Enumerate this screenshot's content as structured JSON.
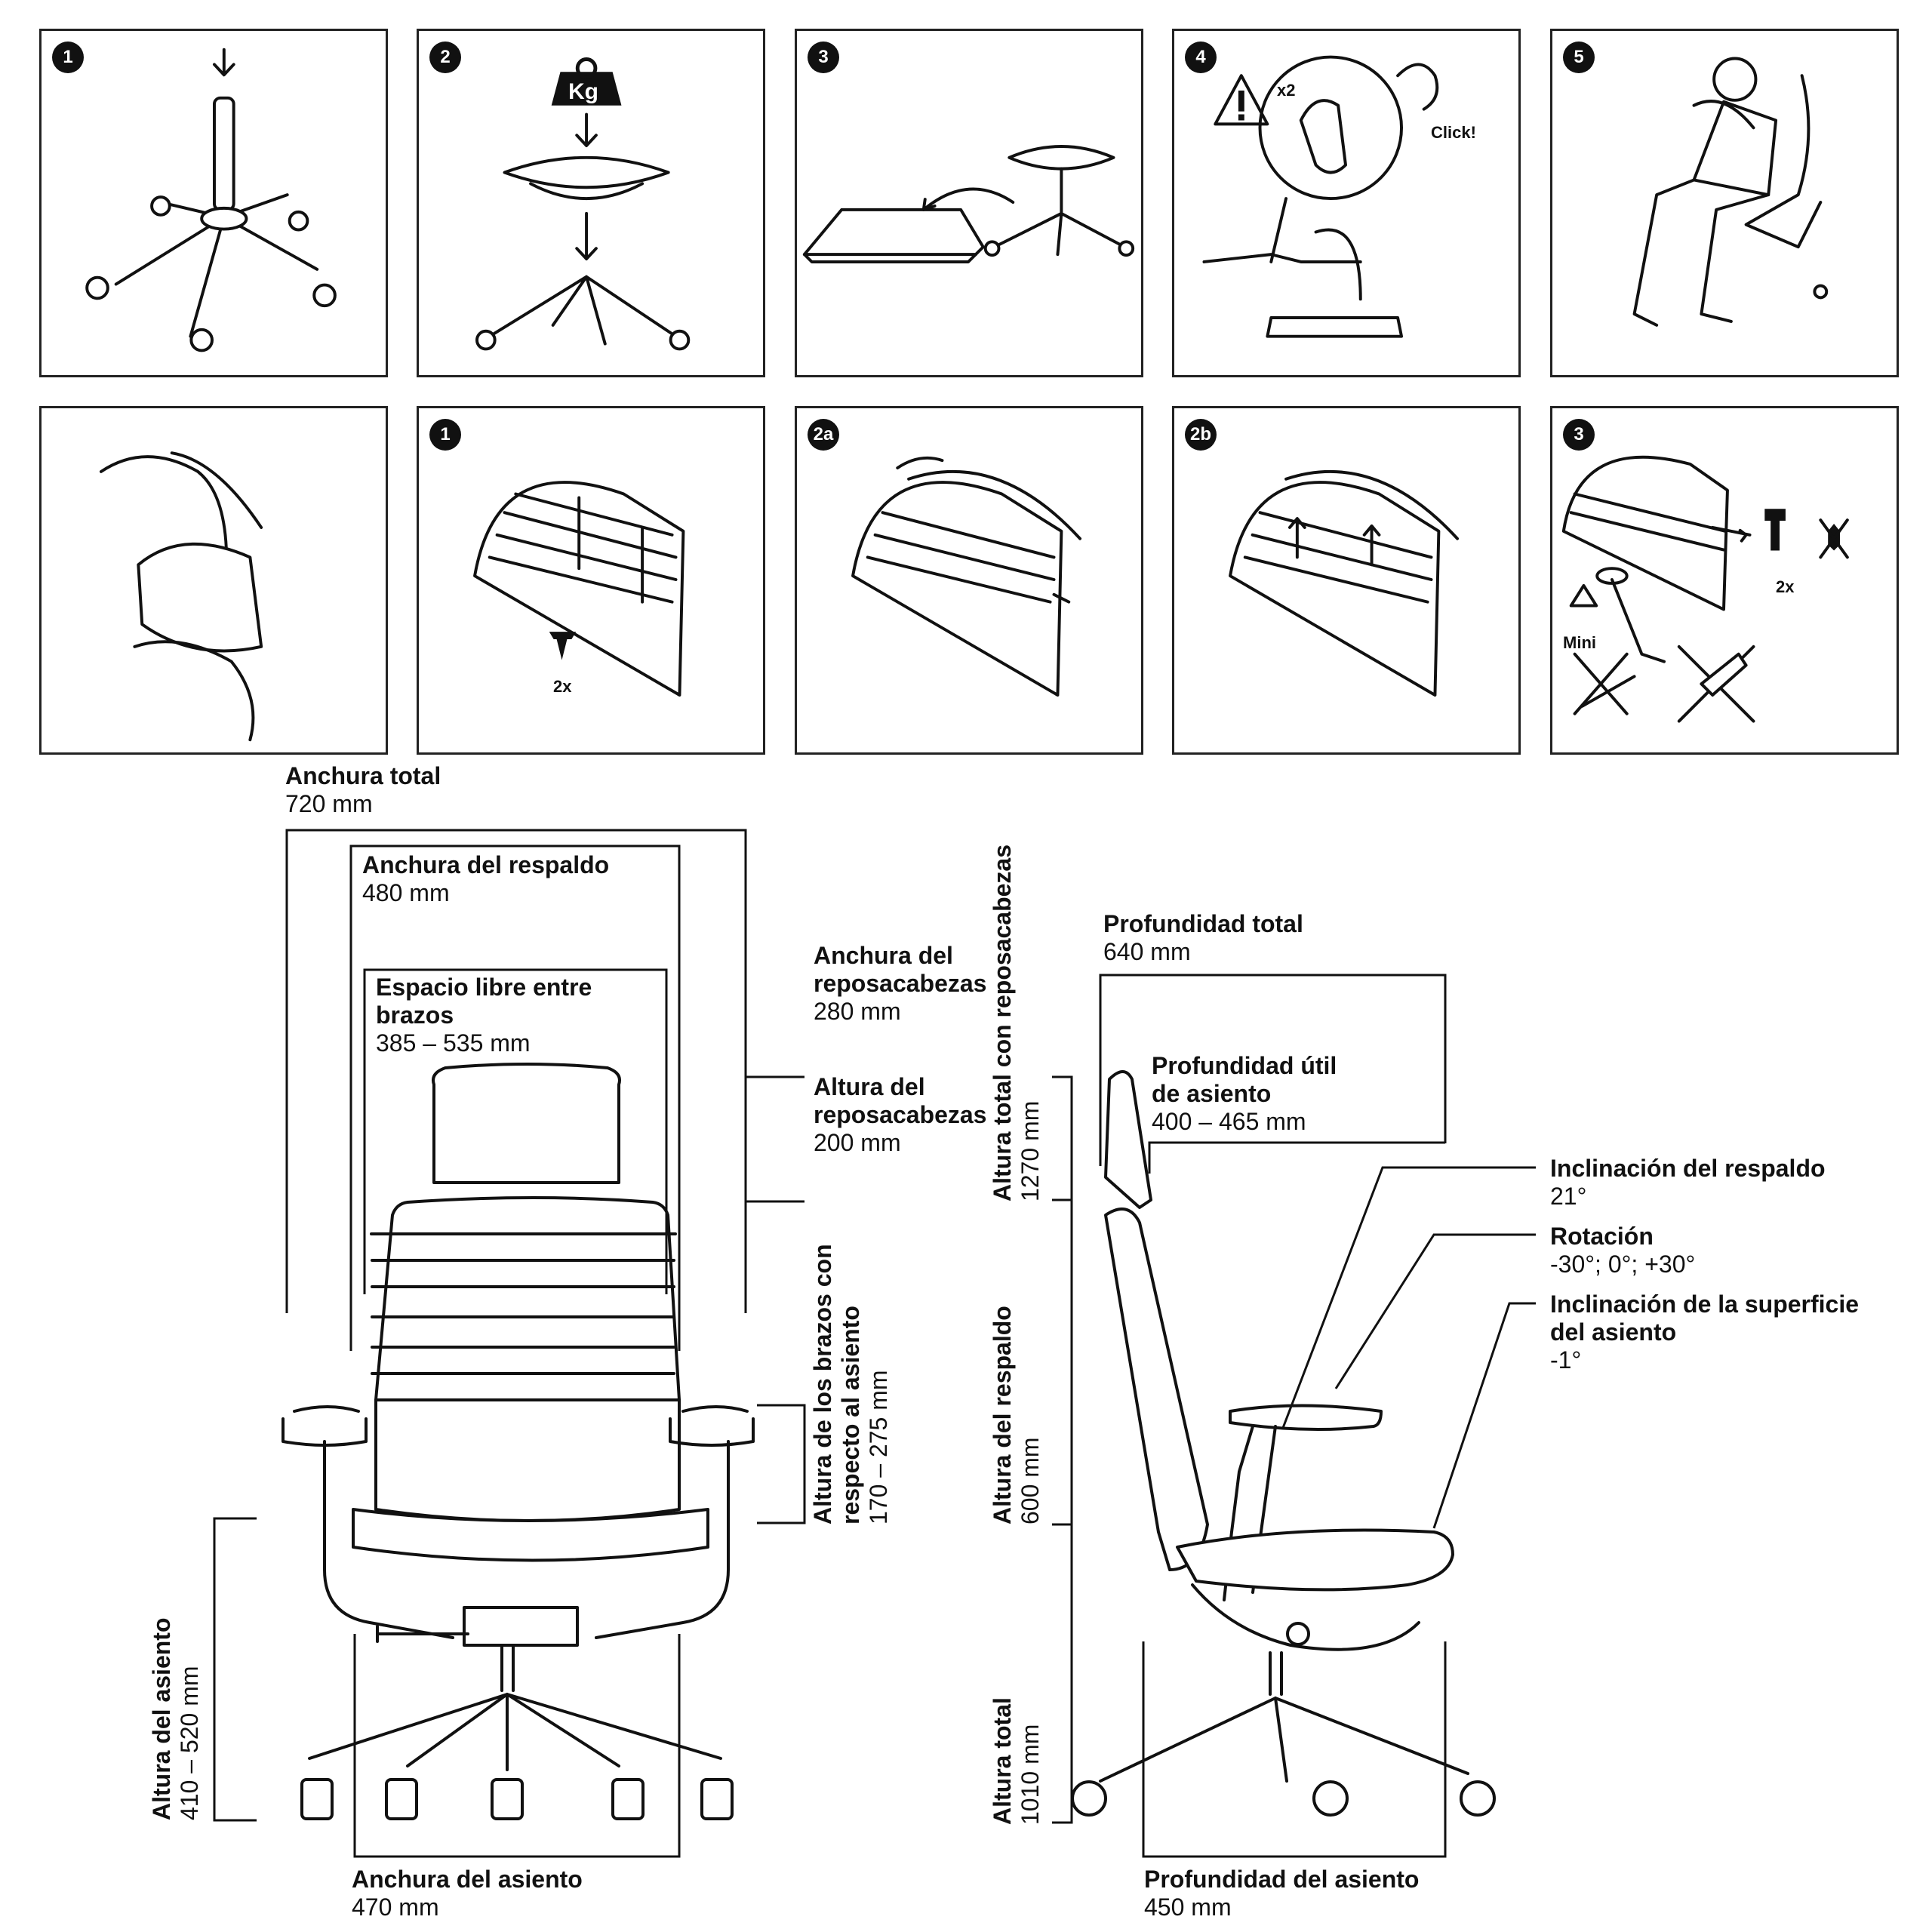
{
  "panels_row1": [
    {
      "badge": "1"
    },
    {
      "badge": "2",
      "weight_label": "Kg"
    },
    {
      "badge": "3"
    },
    {
      "badge": "4",
      "count_label": "x2",
      "click_label": "Click!"
    },
    {
      "badge": "5"
    }
  ],
  "panels_row2": [
    {
      "badge": ""
    },
    {
      "badge": "1",
      "screw_count": "2x"
    },
    {
      "badge": "2a"
    },
    {
      "badge": "2b"
    },
    {
      "badge": "3",
      "screw_count": "2x",
      "warning_label": "Mini"
    }
  ],
  "dimensions": {
    "overall_width": {
      "title": "Anchura total",
      "value": "720 mm"
    },
    "back_width": {
      "title": "Anchura del respaldo",
      "value": "480 mm"
    },
    "arm_clearance": {
      "title_line1": "Espacio libre entre",
      "title_line2": "brazos",
      "value": "385 – 535 mm"
    },
    "headrest_width": {
      "title_line1": "Anchura del",
      "title_line2": "reposacabezas",
      "value": "280 mm"
    },
    "headrest_height": {
      "title_line1": "Altura del",
      "title_line2": "reposacabezas",
      "value": "200 mm"
    },
    "arm_height": {
      "title_line1": "Altura de los brazos con",
      "title_line2": "respecto al asiento",
      "value": "170 – 275 mm"
    },
    "seat_height": {
      "title": "Altura del asiento",
      "value": "410 – 520 mm"
    },
    "seat_width": {
      "title": "Anchura del asiento",
      "value": "470 mm"
    },
    "overall_height_headrest": {
      "title": "Altura total con reposacabezas",
      "value": "1270 mm"
    },
    "back_height": {
      "title": "Altura del respaldo",
      "value": "600 mm"
    },
    "overall_height": {
      "title": "Altura total",
      "value": "1010 mm"
    },
    "overall_depth": {
      "title": "Profundidad total",
      "value": "640 mm"
    },
    "usable_seat_depth": {
      "title_line1": "Profundidad útil",
      "title_line2": "de asiento",
      "value": "400 – 465 mm"
    },
    "back_tilt": {
      "title": "Inclinación del respaldo",
      "value": "21°"
    },
    "rotation": {
      "title": "Rotación",
      "value": "-30°; 0°; +30°"
    },
    "seat_tilt": {
      "title_line1": "Inclinación de la superficie",
      "title_line2": "del asiento",
      "value": "-1°"
    },
    "seat_depth": {
      "title": "Profundidad del asiento",
      "value": "450 mm"
    }
  }
}
